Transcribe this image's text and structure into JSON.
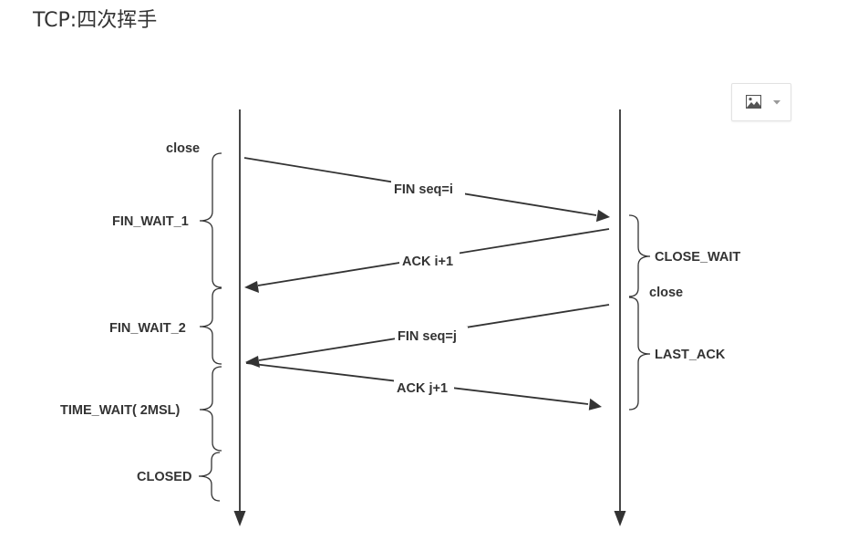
{
  "page": {
    "title": "TCP:四次挥手"
  },
  "toolbar": {
    "image_button_icon": "image-icon",
    "dropdown_icon": "caret-down-icon"
  },
  "diagram": {
    "client_states": {
      "close": "close",
      "fin_wait_1": "FIN_WAIT_1",
      "fin_wait_2": "FIN_WAIT_2",
      "time_wait": "TIME_WAIT( 2MSL)",
      "closed": "CLOSED"
    },
    "server_states": {
      "close_wait": "CLOSE_WAIT",
      "close": "close",
      "last_ack": "LAST_ACK"
    },
    "messages": {
      "fin_i": "FIN seq=i",
      "ack_i": "ACK i+1",
      "fin_j": "FIN seq=j",
      "ack_j": "ACK j+1"
    },
    "colors": {
      "stroke": "#333333",
      "text": "#333333",
      "title": "#333333"
    }
  }
}
